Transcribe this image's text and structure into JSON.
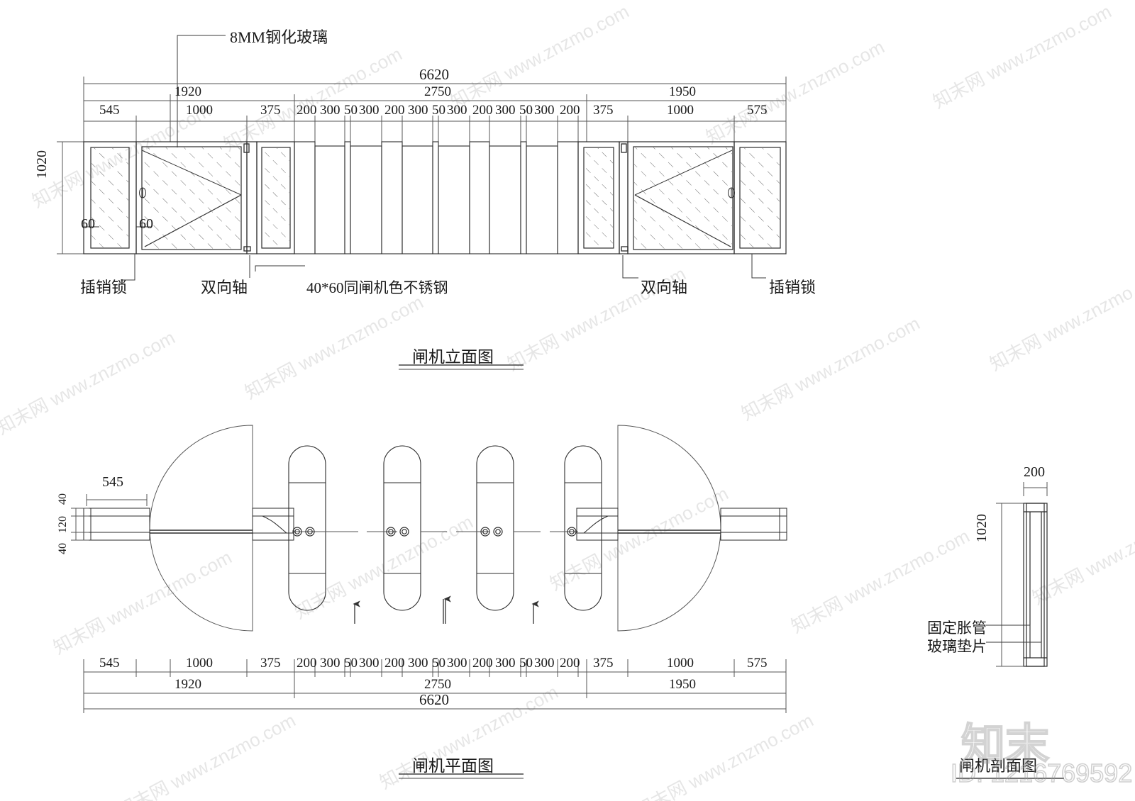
{
  "drawing": {
    "title_elevation": "闸机立面图",
    "title_plan": "闸机平面图",
    "title_section": "闸机剖面图"
  },
  "watermark": {
    "brand": "知末",
    "id": "ID: 1216769592",
    "site_text": "知末网 www.znzmo.com"
  },
  "elevation": {
    "annotations": {
      "glass": "8MM钢化玻璃",
      "latch_left": "插销锁",
      "pivot_left": "双向轴",
      "frame": "40*60同闸机色不锈钢",
      "pivot_right": "双向轴",
      "latch_right": "插销锁"
    },
    "height_dim": "1020",
    "edge_dim_left": "60",
    "edge_dim_right": "60",
    "overall": "6620",
    "groups": [
      "1920",
      "2750",
      "1950"
    ],
    "detail_dims": [
      "545",
      "1000",
      "375",
      "200",
      "300",
      "50",
      "300",
      "200",
      "300",
      "50",
      "300",
      "200",
      "300",
      "50",
      "300",
      "200",
      "375",
      "1000",
      "575"
    ]
  },
  "plan": {
    "leaf_dim": "545",
    "stack_dims": [
      "40",
      "120",
      "40"
    ],
    "overall": "6620",
    "groups": [
      "1920",
      "2750",
      "1950"
    ],
    "detail_dims": [
      "545",
      "1000",
      "375",
      "200",
      "300",
      "50",
      "300",
      "200",
      "300",
      "50",
      "300",
      "200",
      "300",
      "50",
      "300",
      "200",
      "375",
      "1000",
      "575"
    ]
  },
  "section": {
    "width_dim": "200",
    "height_dim": "1020",
    "annotations": {
      "anchor": "固定胀管",
      "gasket": "玻璃垫片"
    }
  },
  "colors": {
    "line": "#2b2b2b",
    "thin": "#555555",
    "hatch": "#6a6a6a",
    "background": "#ffffff"
  }
}
